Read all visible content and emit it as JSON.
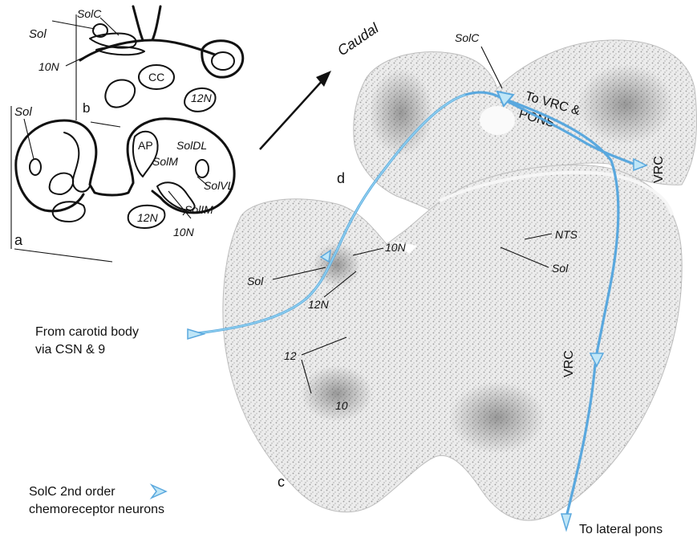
{
  "sketch_labels": {
    "sol_b": "Sol",
    "solc_b": "SolC",
    "n10_b": "10N",
    "cc": "CC",
    "n12_b": "12N",
    "panel_b": "b",
    "sol_a": "Sol",
    "ap": "AP",
    "soldl": "SolDL",
    "solm": "SolM",
    "solvl": "SolVL",
    "solim": "SolIM",
    "n12_a": "12N",
    "n10_a": "10N",
    "panel_a": "a"
  },
  "direction_label": "Caudal",
  "section_labels": {
    "panel_d": "d",
    "panel_c": "c",
    "solc": "SolC",
    "to_vrc_pons_line1": "To VRC &",
    "to_vrc_pons_line2": "PONS",
    "vrc_upper": "VRC",
    "vrc_lower": "VRC",
    "nts": "NTS",
    "sol_d": "Sol",
    "n10": "10N",
    "sol_c": "Sol",
    "n12": "12N",
    "twelve": "12",
    "ten": "10",
    "to_lateral_pons": "To lateral pons"
  },
  "input_label": {
    "line1": "From carotid body",
    "line2": "via CSN & 9"
  },
  "legend": {
    "line1": "SolC 2nd order",
    "line2": "chemoreceptor neurons"
  },
  "colors": {
    "fiber": "#5aa8de",
    "fiber_light": "#bfe6f7",
    "tissue": "#cfcfcf",
    "ink": "#111111"
  }
}
